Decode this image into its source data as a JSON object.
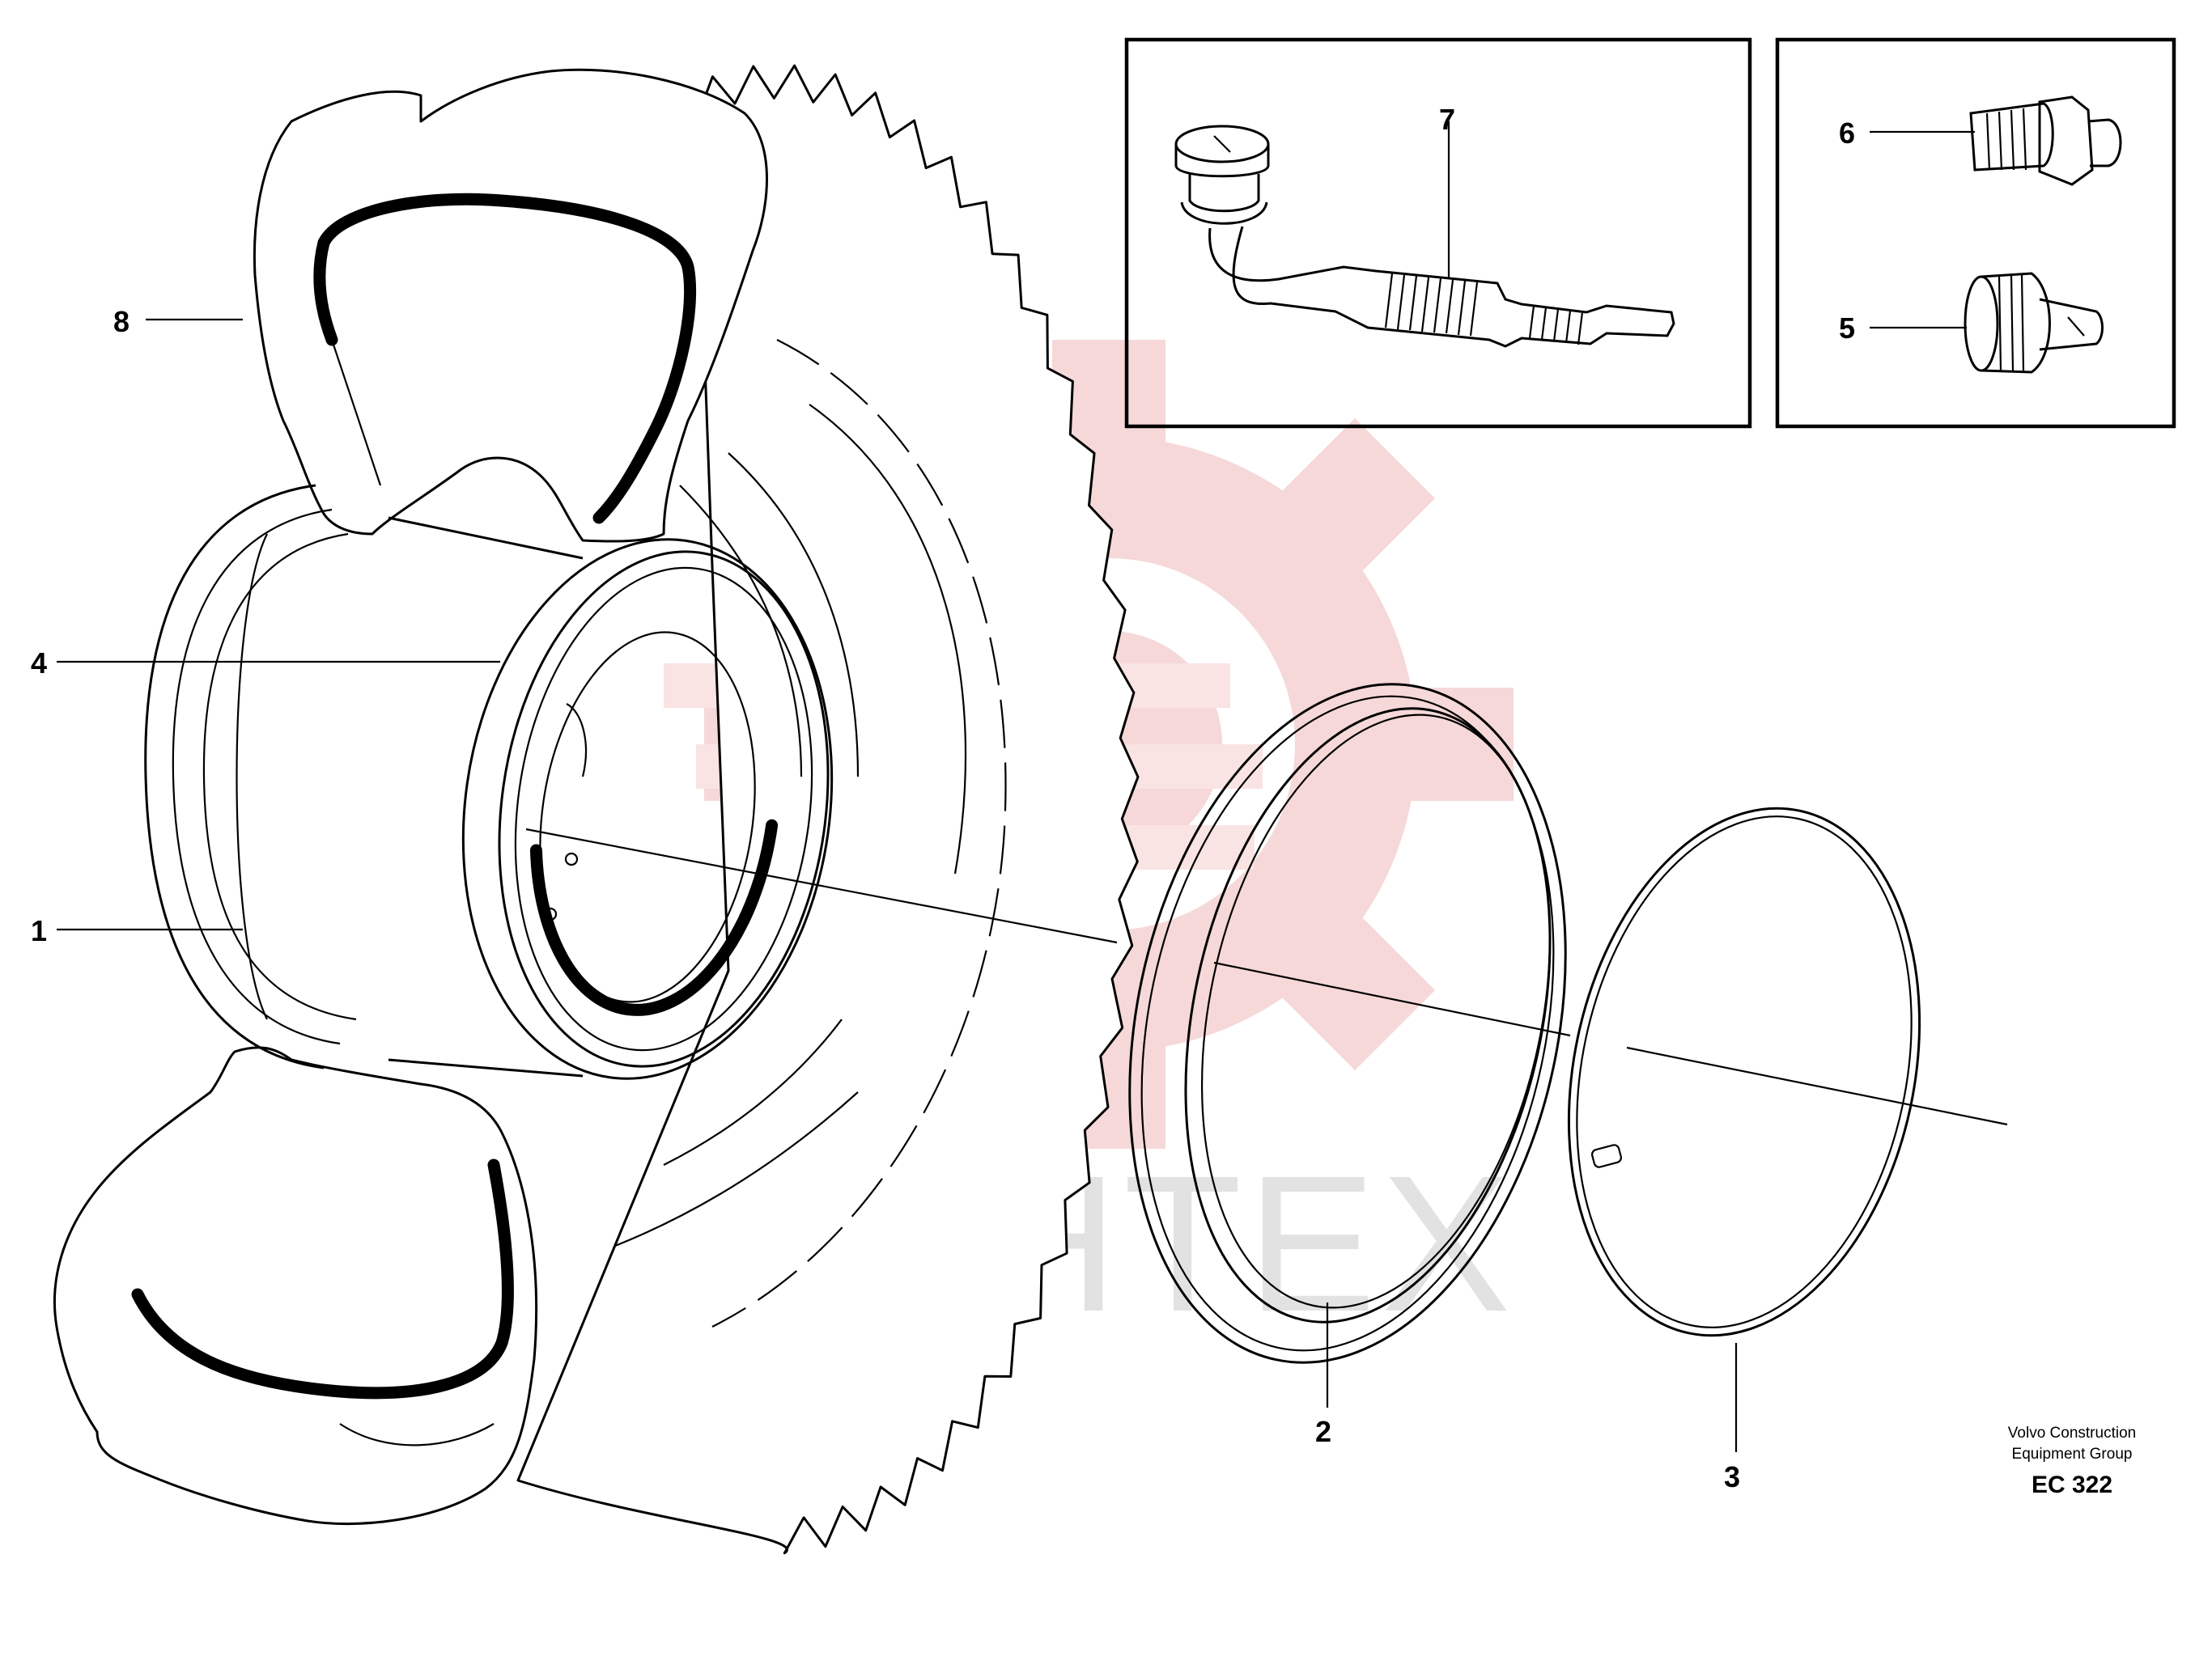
{
  "watermark": {
    "text": "ИНТЕХ",
    "color": "#f2c8c8"
  },
  "callouts": [
    {
      "id": "1",
      "text": "1"
    },
    {
      "id": "2",
      "text": "2"
    },
    {
      "id": "3",
      "text": "3"
    },
    {
      "id": "4",
      "text": "4"
    },
    {
      "id": "5",
      "text": "5"
    },
    {
      "id": "6",
      "text": "6"
    },
    {
      "id": "7",
      "text": "7"
    },
    {
      "id": "8",
      "text": "8"
    }
  ],
  "credit": {
    "line1": "Volvo Construction",
    "line2": "Equipment Group",
    "code": "EC 322"
  }
}
